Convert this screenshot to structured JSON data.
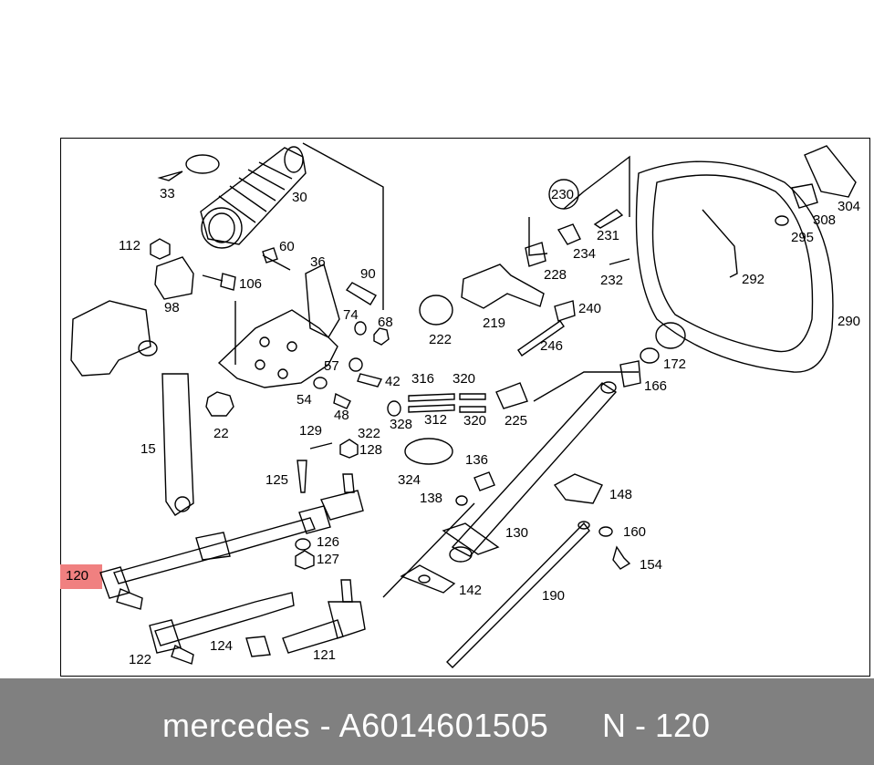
{
  "highlight": {
    "label": "120",
    "color": "#f08080"
  },
  "footer": {
    "text": "mercedes - A6014601505",
    "code": "N - 120",
    "background": "#808080",
    "text_color": "#ffffff"
  },
  "labels": [
    "33",
    "30",
    "112",
    "60",
    "36",
    "90",
    "98",
    "106",
    "74",
    "68",
    "57",
    "42",
    "22",
    "54",
    "48",
    "15",
    "129",
    "322",
    "128",
    "125",
    "126",
    "127",
    "120",
    "122",
    "124",
    "121",
    "316",
    "320",
    "312",
    "320b",
    "328",
    "225",
    "230",
    "231",
    "234",
    "228",
    "232",
    "219",
    "222",
    "240",
    "246",
    "136",
    "324",
    "138",
    "130",
    "148",
    "160",
    "154",
    "142",
    "190",
    "304",
    "308",
    "295",
    "292",
    "290",
    "172",
    "166"
  ],
  "label_text": {
    "33": "33",
    "30": "30",
    "112": "112",
    "60": "60",
    "36": "36",
    "90": "90",
    "98": "98",
    "106": "106",
    "74": "74",
    "68": "68",
    "57": "57",
    "42": "42",
    "22": "22",
    "54": "54",
    "48": "48",
    "15": "15",
    "129": "129",
    "322": "322",
    "128": "128",
    "125": "125",
    "126": "126",
    "127": "127",
    "120": "120",
    "122": "122",
    "124": "124",
    "121": "121",
    "316": "316",
    "320": "320",
    "312": "312",
    "320b": "320",
    "328": "328",
    "225": "225",
    "230": "230",
    "231": "231",
    "234": "234",
    "228": "228",
    "232": "232",
    "219": "219",
    "222": "222",
    "240": "240",
    "246": "246",
    "136": "136",
    "324": "324",
    "138": "138",
    "130": "130",
    "148": "148",
    "160": "160",
    "154": "154",
    "142": "142",
    "190": "190",
    "304": "304",
    "308": "308",
    "295": "295",
    "292": "292",
    "290": "290",
    "172": "172",
    "166": "166"
  }
}
